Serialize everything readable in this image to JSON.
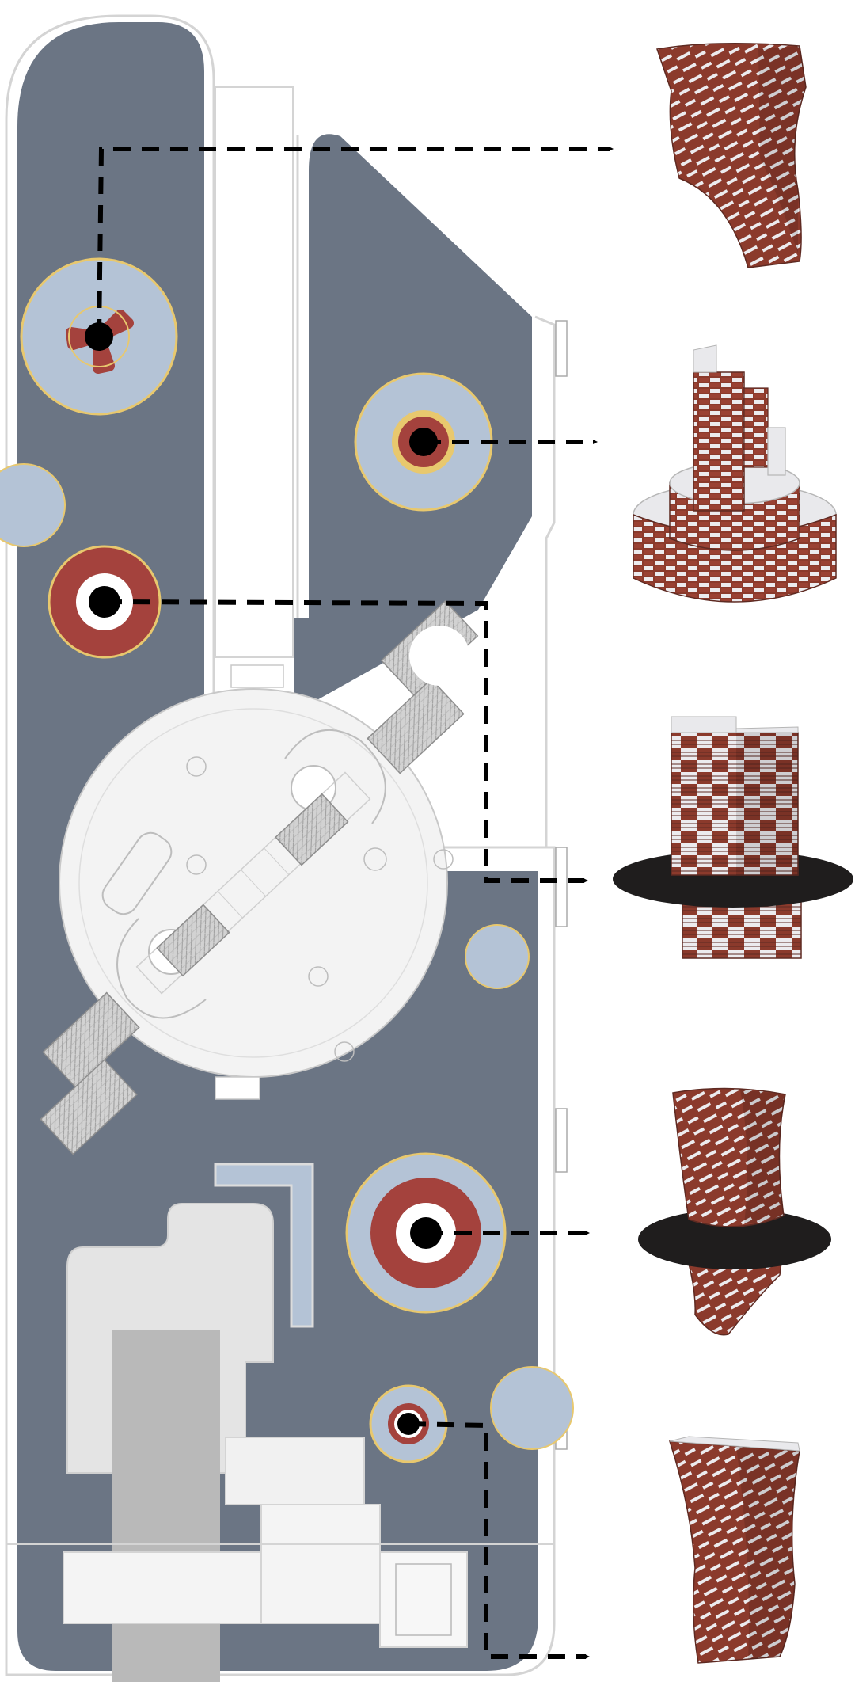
{
  "diagram": {
    "colors": {
      "site_fill": "#6b7584",
      "light_blue": "#b4c3d6",
      "brick_red": "#a4423d",
      "gold_ring": "#e8c86e",
      "white": "#ffffff",
      "black": "#000000",
      "pavilion_fill": "#f2f2f2",
      "building_grey": "#e4e4e4",
      "dark_grey": "#b9b9b9",
      "outline": "#d4d4d4",
      "brick_dark": "#8b3a2c",
      "brick_light": "#e9e9ec",
      "collar": "#1f1d1d"
    },
    "connectors": [
      {
        "from": "planter-a",
        "to": "tower-1"
      },
      {
        "from": "planter-b",
        "to": "tower-2"
      },
      {
        "from": "planter-c",
        "to": "tower-3"
      },
      {
        "from": "planter-d",
        "to": "tower-4"
      },
      {
        "from": "planter-e",
        "to": "tower-5"
      }
    ],
    "towers": [
      {
        "name": "tower-1",
        "form": "twisted-wave",
        "collar": false
      },
      {
        "name": "tower-2",
        "form": "stepped-spiral",
        "collar": false
      },
      {
        "name": "tower-3",
        "form": "checkered-prism",
        "collar": true
      },
      {
        "name": "tower-4",
        "form": "twisted-hourglass",
        "collar": true
      },
      {
        "name": "tower-5",
        "form": "twisted-column",
        "collar": false
      }
    ]
  }
}
